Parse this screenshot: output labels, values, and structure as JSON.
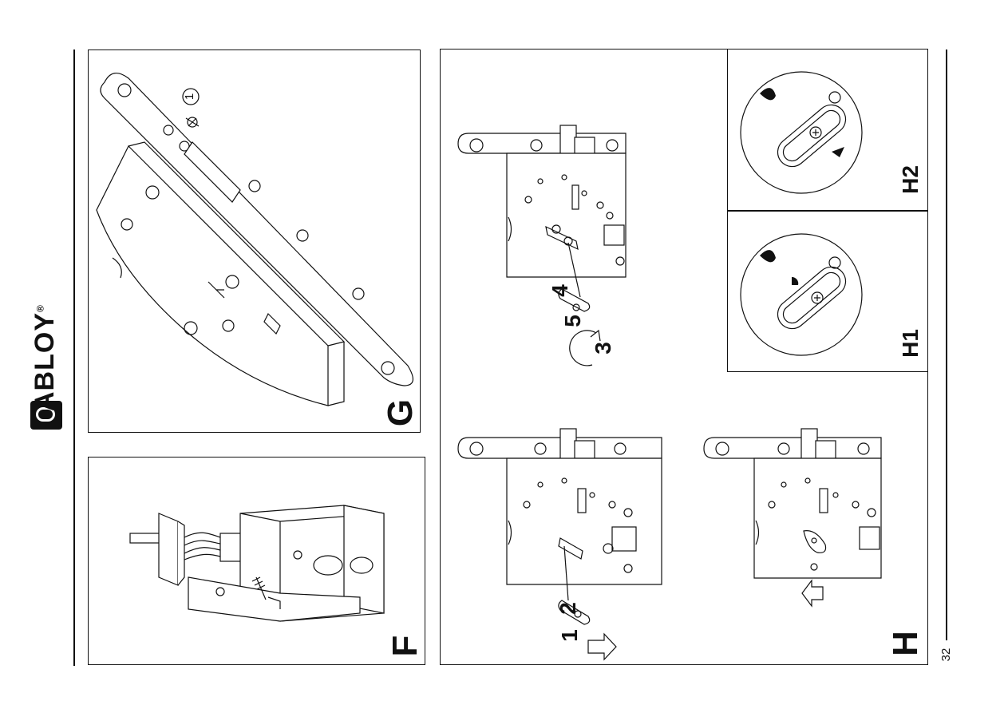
{
  "brand": {
    "name": "ABLOY",
    "registered": "®"
  },
  "figures": {
    "F": {
      "label": "F"
    },
    "G": {
      "label": "G",
      "callout": "1"
    },
    "H": {
      "label": "H",
      "steps": [
        "1",
        "2"
      ]
    },
    "H_right": {
      "steps": [
        "3",
        "4",
        "5"
      ]
    },
    "H1": {
      "label": "H1"
    },
    "H2": {
      "label": "H2"
    }
  },
  "page": {
    "number": "32"
  }
}
